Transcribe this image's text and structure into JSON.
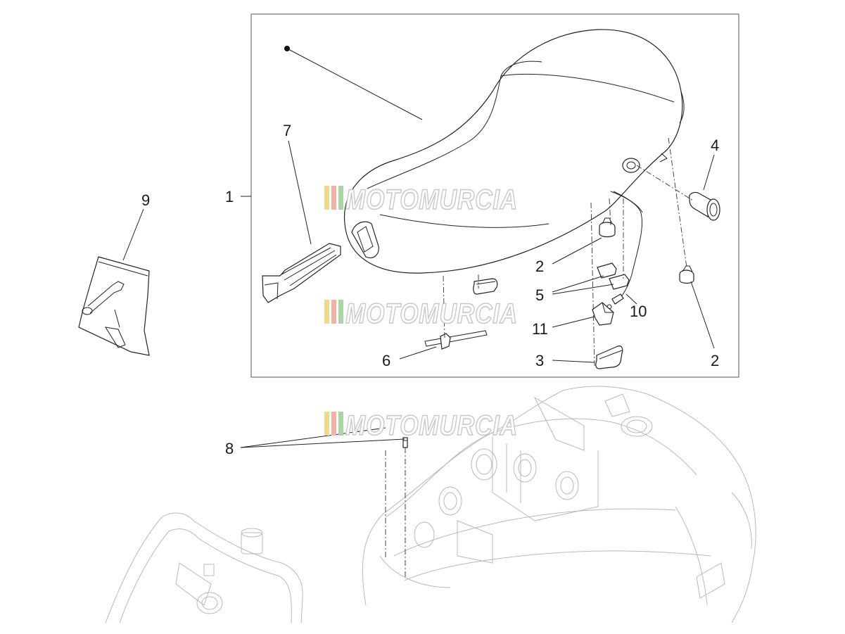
{
  "callouts": {
    "c1": "1",
    "c2a": "2",
    "c2b": "2",
    "c3": "3",
    "c4": "4",
    "c5": "5",
    "c6": "6",
    "c7": "7",
    "c8": "8",
    "c9": "9",
    "c10": "10",
    "c11": "11"
  },
  "watermarks": [
    "MOTOMURCIA",
    "MOTOMURCIA",
    "MOTOMURCIA"
  ],
  "colors": {
    "watermark_stripes": [
      "#f1d98a",
      "#f4b1a8",
      "#a8d6a6"
    ],
    "line": "#222222",
    "ghost_line": "#b9b9b9"
  }
}
